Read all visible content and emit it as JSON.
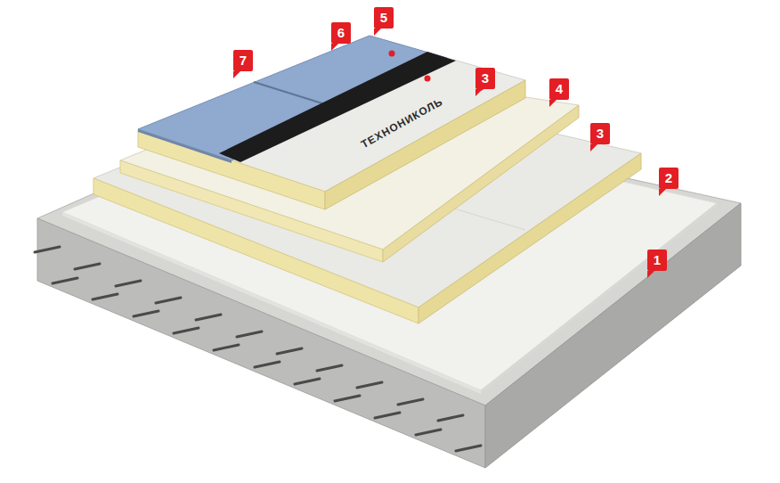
{
  "diagram": {
    "labels": [
      "7",
      "6",
      "5",
      "3",
      "4",
      "3",
      "2",
      "1",
      "ТЕХНОНИКОЛЬ"
    ]
  }
}
